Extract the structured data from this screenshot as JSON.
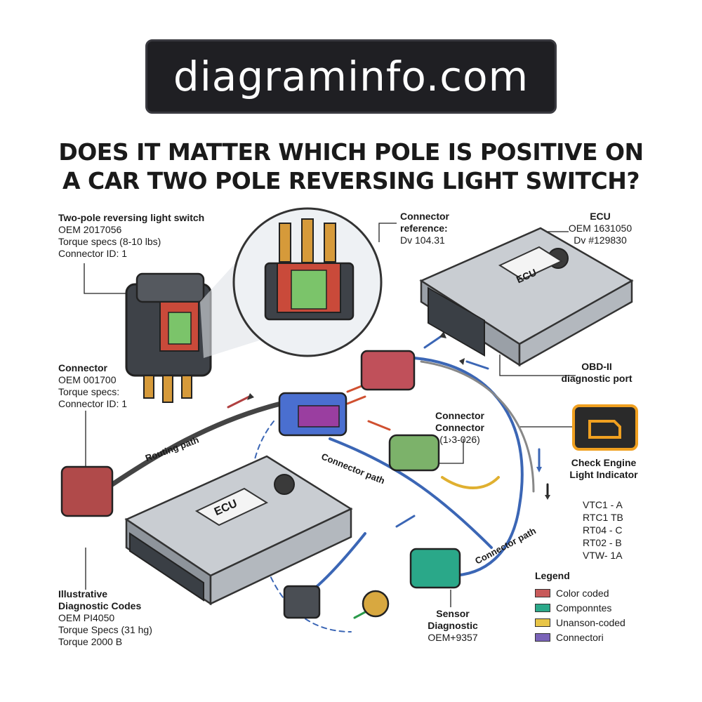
{
  "site": {
    "name": "diagraminfo.com"
  },
  "title": {
    "line1": "DOES IT MATTER WHICH POLE IS POSITIVE ON",
    "line2": "A CAR TWO POLE REVERSING LIGHT SWITCH?"
  },
  "labels": {
    "switch": {
      "title": "Two-pole reversing light switch",
      "l1": "OEM 2017056",
      "l2": "Torque specs (8-10 lbs)",
      "l3": "Connector ID: 1"
    },
    "connector_ref": {
      "l1": "Connector",
      "l2": "reference:",
      "l3": "Dv 104.31"
    },
    "ecu_top": {
      "title": "ECU",
      "l1": "OEM 1631050",
      "l2": "Dv #129830"
    },
    "connector_left": {
      "title": "Connector",
      "l1": "OEM 001700",
      "l2": "Torque specs:",
      "l3": "Connector ID: 1"
    },
    "obd": {
      "l1": "OBD-II",
      "l2": "diagnostic port"
    },
    "connector_mid": {
      "l1": "Connector",
      "l2": "Connector",
      "l3": "(1›3-026)"
    },
    "check_engine": {
      "l1": "Check Engine",
      "l2": "Light Indicator"
    },
    "diag_codes": {
      "title1": "Illustrative",
      "title2": "Diagnostic Codes",
      "l1": "OEM PI4050",
      "l2": "Torque Specs (31 hg)",
      "l3": "Torque 2000 B"
    },
    "sensor": {
      "l1": "Sensor",
      "l2": "Diagnostic",
      "l3": "OEM+9357"
    }
  },
  "paths": {
    "routing": "Routing path",
    "connector_a": "Connector path",
    "connector_b": "Connector path"
  },
  "ecu_badge": {
    "top": "ECU",
    "bottom": "ECU"
  },
  "codes": [
    "VTC1 - A",
    "RTC1 TB",
    "RT04 - C",
    "RT02 - B",
    "VTW- 1A"
  ],
  "legend": {
    "title": "Legend",
    "items": [
      {
        "label": "Color coded",
        "color": "#c85a5a"
      },
      {
        "label": "Componntes",
        "color": "#2aa889"
      },
      {
        "label": "Unanson-coded",
        "color": "#e8c547"
      },
      {
        "label": "Connectori",
        "color": "#7a63b8"
      }
    ]
  }
}
